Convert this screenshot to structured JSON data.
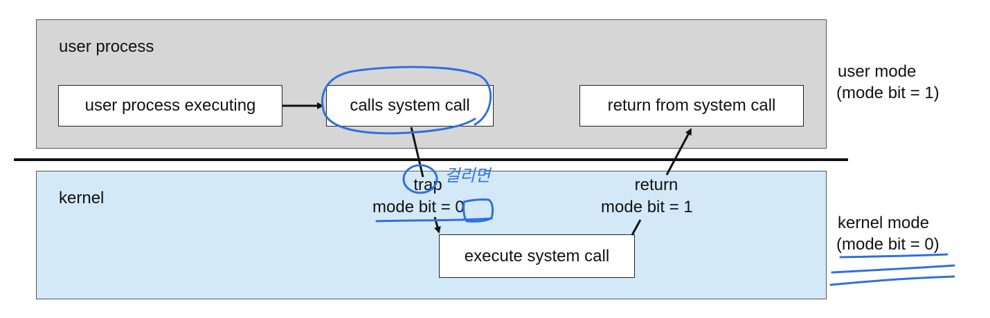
{
  "user_region": {
    "title": "user process"
  },
  "kernel_region": {
    "title": "kernel"
  },
  "boxes": {
    "user_exec": "user process executing",
    "calls": "calls system call",
    "return_from": "return from system call",
    "execute": "execute system call"
  },
  "labels": {
    "trap": "trap",
    "trap_mode_prefix": "mode bit =",
    "trap_mode_value": "0",
    "return": "return",
    "return_mode": "mode bit = 1"
  },
  "side": {
    "user_mode": "user mode",
    "user_mode_bit": "(mode bit = 1)",
    "kernel_mode": "kernel mode",
    "kernel_mode_bit": "(mode bit = 0)"
  },
  "annotations": {
    "handwritten_note": "걸리면"
  },
  "colors": {
    "user_region": "#d6d6d6",
    "kernel_region": "#d3e9f7",
    "annotation_ink": "#2f6fe0"
  }
}
